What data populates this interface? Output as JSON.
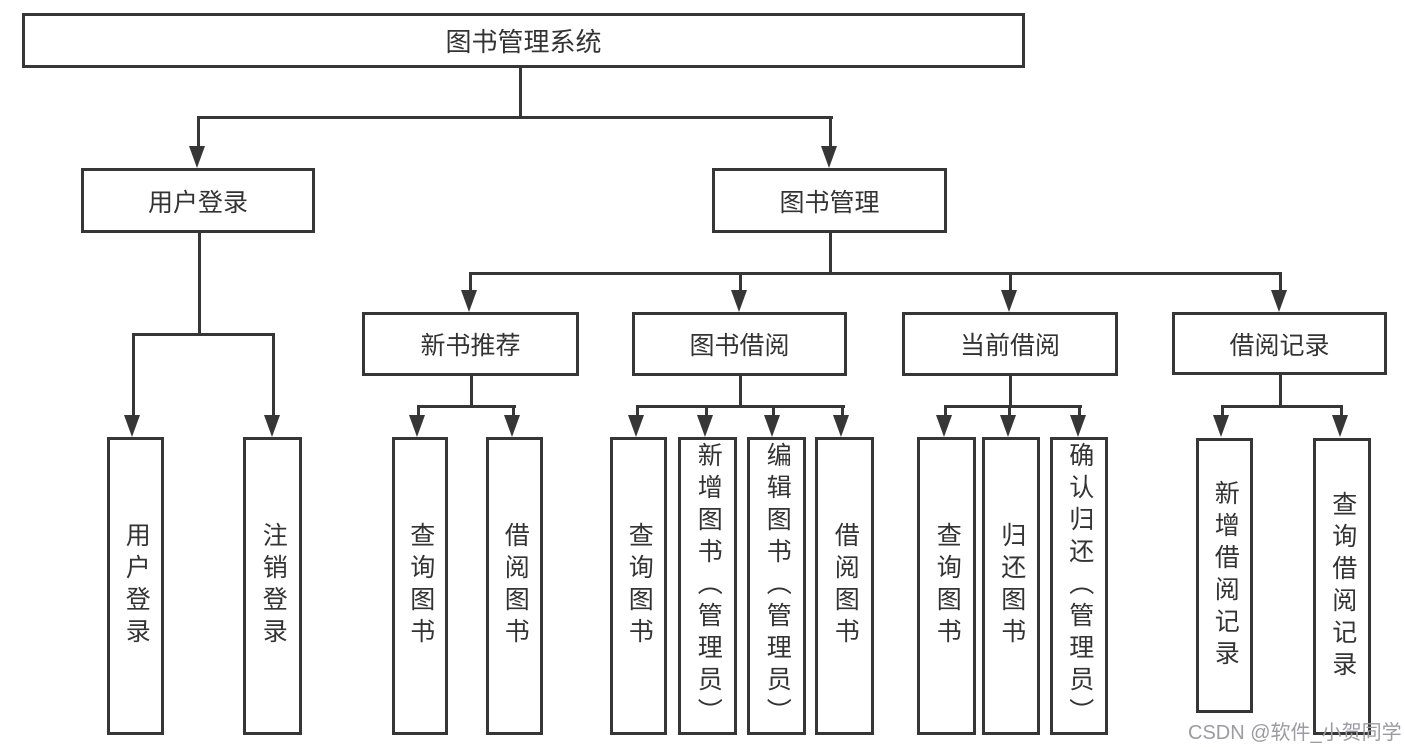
{
  "diagram": {
    "type": "tree",
    "root": {
      "label": "图书管理系统"
    },
    "level1": [
      {
        "id": "user-login",
        "label": "用户登录"
      },
      {
        "id": "book-management",
        "label": "图书管理"
      }
    ],
    "level2": [
      {
        "id": "new-book-recommend",
        "parent": "图书管理",
        "label": "新书推荐"
      },
      {
        "id": "book-borrow",
        "parent": "图书管理",
        "label": "图书借阅"
      },
      {
        "id": "current-borrow",
        "parent": "图书管理",
        "label": "当前借阅"
      },
      {
        "id": "borrow-record",
        "parent": "图书管理",
        "label": "借阅记录"
      }
    ],
    "leaves": [
      {
        "parent": "用户登录",
        "label": "用户登录"
      },
      {
        "parent": "用户登录",
        "label": "注销登录"
      },
      {
        "parent": "新书推荐",
        "label": "查询图书"
      },
      {
        "parent": "新书推荐",
        "label": "借阅图书"
      },
      {
        "parent": "图书借阅",
        "label": "查询图书"
      },
      {
        "parent": "图书借阅",
        "label": "新增图书（管理员）"
      },
      {
        "parent": "图书借阅",
        "label": "编辑图书（管理员）"
      },
      {
        "parent": "图书借阅",
        "label": "借阅图书"
      },
      {
        "parent": "当前借阅",
        "label": "查询图书"
      },
      {
        "parent": "当前借阅",
        "label": "归还图书"
      },
      {
        "parent": "当前借阅",
        "label": "确认归还（管理员）"
      },
      {
        "parent": "借阅记录",
        "label": "新增借阅记录"
      },
      {
        "parent": "借阅记录",
        "label": "查询借阅记录"
      }
    ]
  },
  "watermark": {
    "text": "CSDN @软件_小贺同学",
    "color": "#9b9ba3"
  },
  "colors": {
    "line": "#363636",
    "text": "#333333",
    "background": "#ffffff"
  }
}
